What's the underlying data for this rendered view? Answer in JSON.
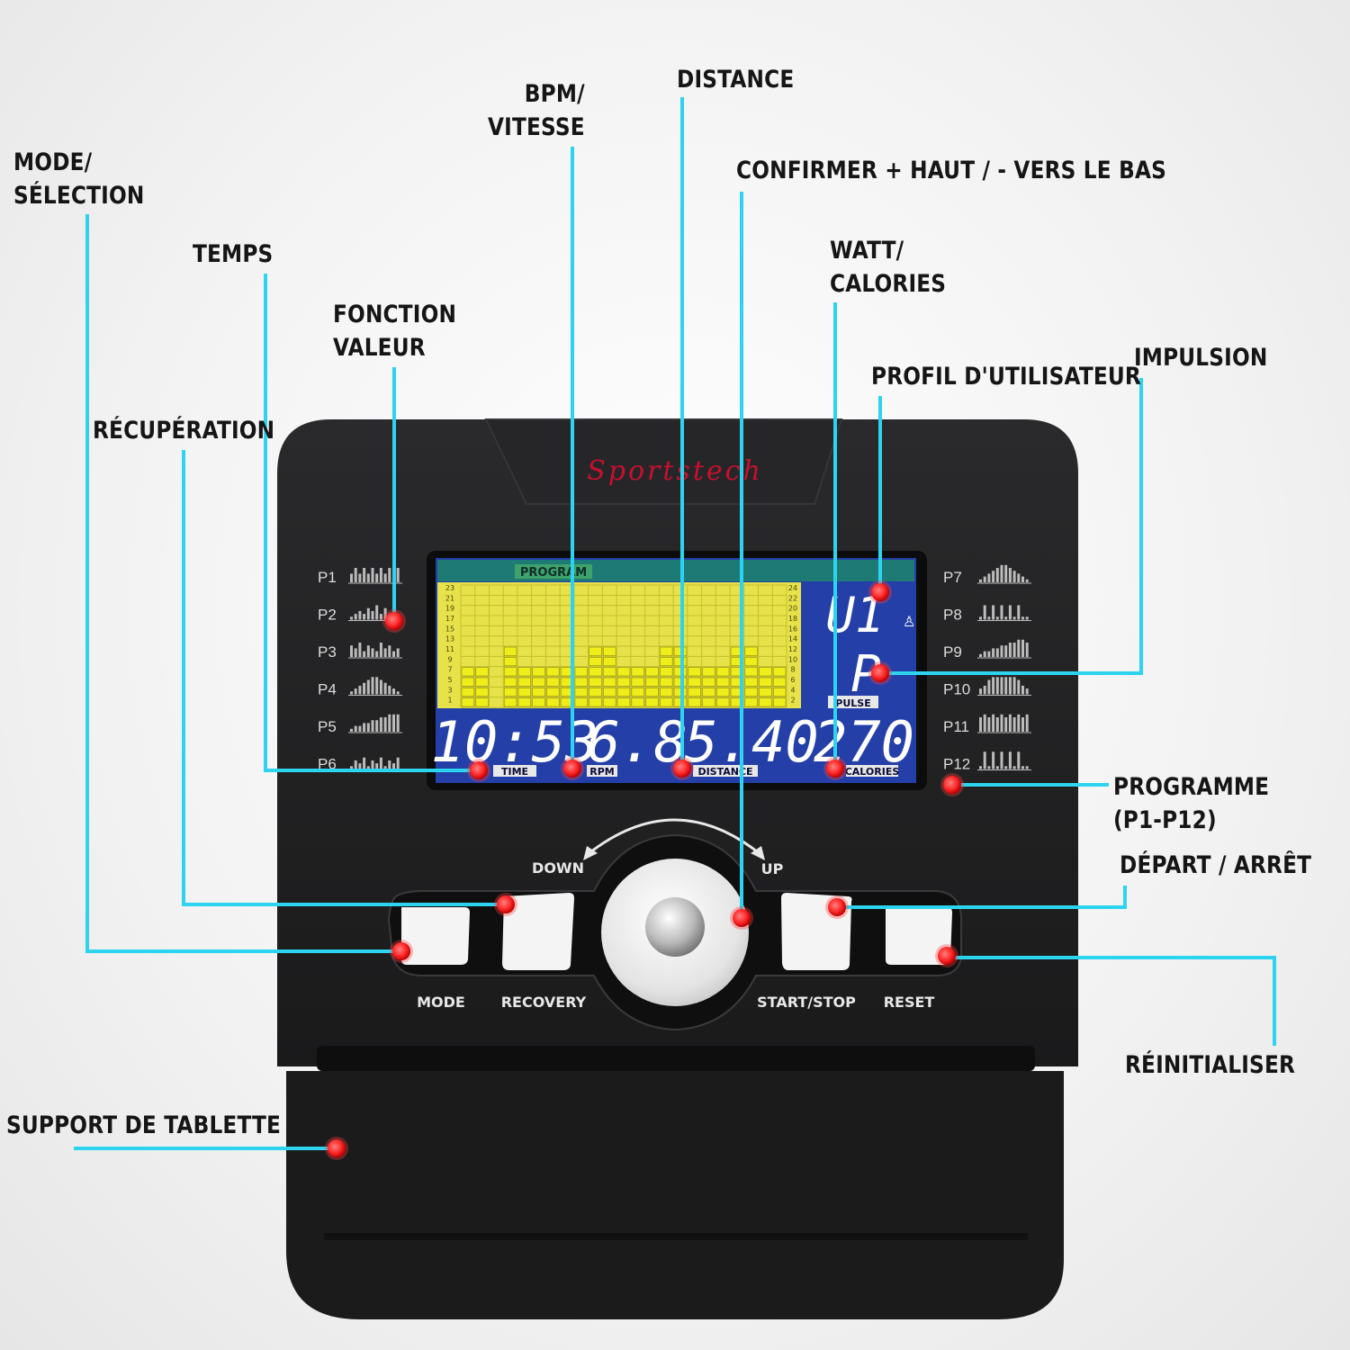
{
  "brand": "Sportstech",
  "lcd": {
    "header": "PROGRAM",
    "scale_left": [
      "23",
      "21",
      "19",
      "17",
      "15",
      "13",
      "11",
      "9",
      "7",
      "5",
      "3",
      "1"
    ],
    "scale_right": [
      "24",
      "22",
      "20",
      "18",
      "16",
      "14",
      "12",
      "10",
      "8",
      "6",
      "4",
      "2"
    ],
    "user_profile_value": "U1",
    "pulse_value": "P",
    "pulse_label": "PULSE",
    "time_value": "10:53",
    "time_label": "TIME",
    "rpm_value": "6.8",
    "rpm_label": "RPM",
    "distance_value": "5.40",
    "distance_label": "DISTANCE",
    "calories_value": "270",
    "calories_label": "CALORIES",
    "bar_levels": [
      4,
      4,
      0,
      6,
      4,
      4,
      4,
      4,
      4,
      6,
      6,
      4,
      4,
      4,
      6,
      6,
      4,
      4,
      4,
      6,
      6,
      4,
      4
    ]
  },
  "programs_left": [
    "P1",
    "P2",
    "P3",
    "P4",
    "P5",
    "P6"
  ],
  "programs_right": [
    "P7",
    "P8",
    "P9",
    "P10",
    "P11",
    "P12"
  ],
  "controls": {
    "down_label": "DOWN",
    "up_label": "UP",
    "mode_label": "MODE",
    "recovery_label": "RECOVERY",
    "start_stop_label": "START/STOP",
    "reset_label": "RESET"
  },
  "callouts": {
    "mode": "MODE/\nSÉLECTION",
    "temps": "TEMPS",
    "fonction": "FONCTION\nVALEUR",
    "recuperation": "RÉCUPÉRATION",
    "bpm": "BPM/\nVITESSE",
    "distance": "DISTANCE",
    "confirmer": "CONFIRMER + HAUT / - VERS LE BAS",
    "watt": "WATT/\nCALORIES",
    "profil": "PROFIL D'UTILISATEUR",
    "impulsion": "IMPULSION",
    "programme": "PROGRAMME\n(P1-P12)",
    "depart": "DÉPART / ARRÊT",
    "reinitialiser": "RÉINITIALISER",
    "support": "SUPPORT DE TABLETTE"
  },
  "colors": {
    "leader_line": "#2ed3ef",
    "marker": "#ff2a2a",
    "lcd_blue": "#2440a8",
    "lcd_yellow": "#e7e24a",
    "bar_yellow": "#f0ee1a",
    "console": "#1f1f21"
  }
}
